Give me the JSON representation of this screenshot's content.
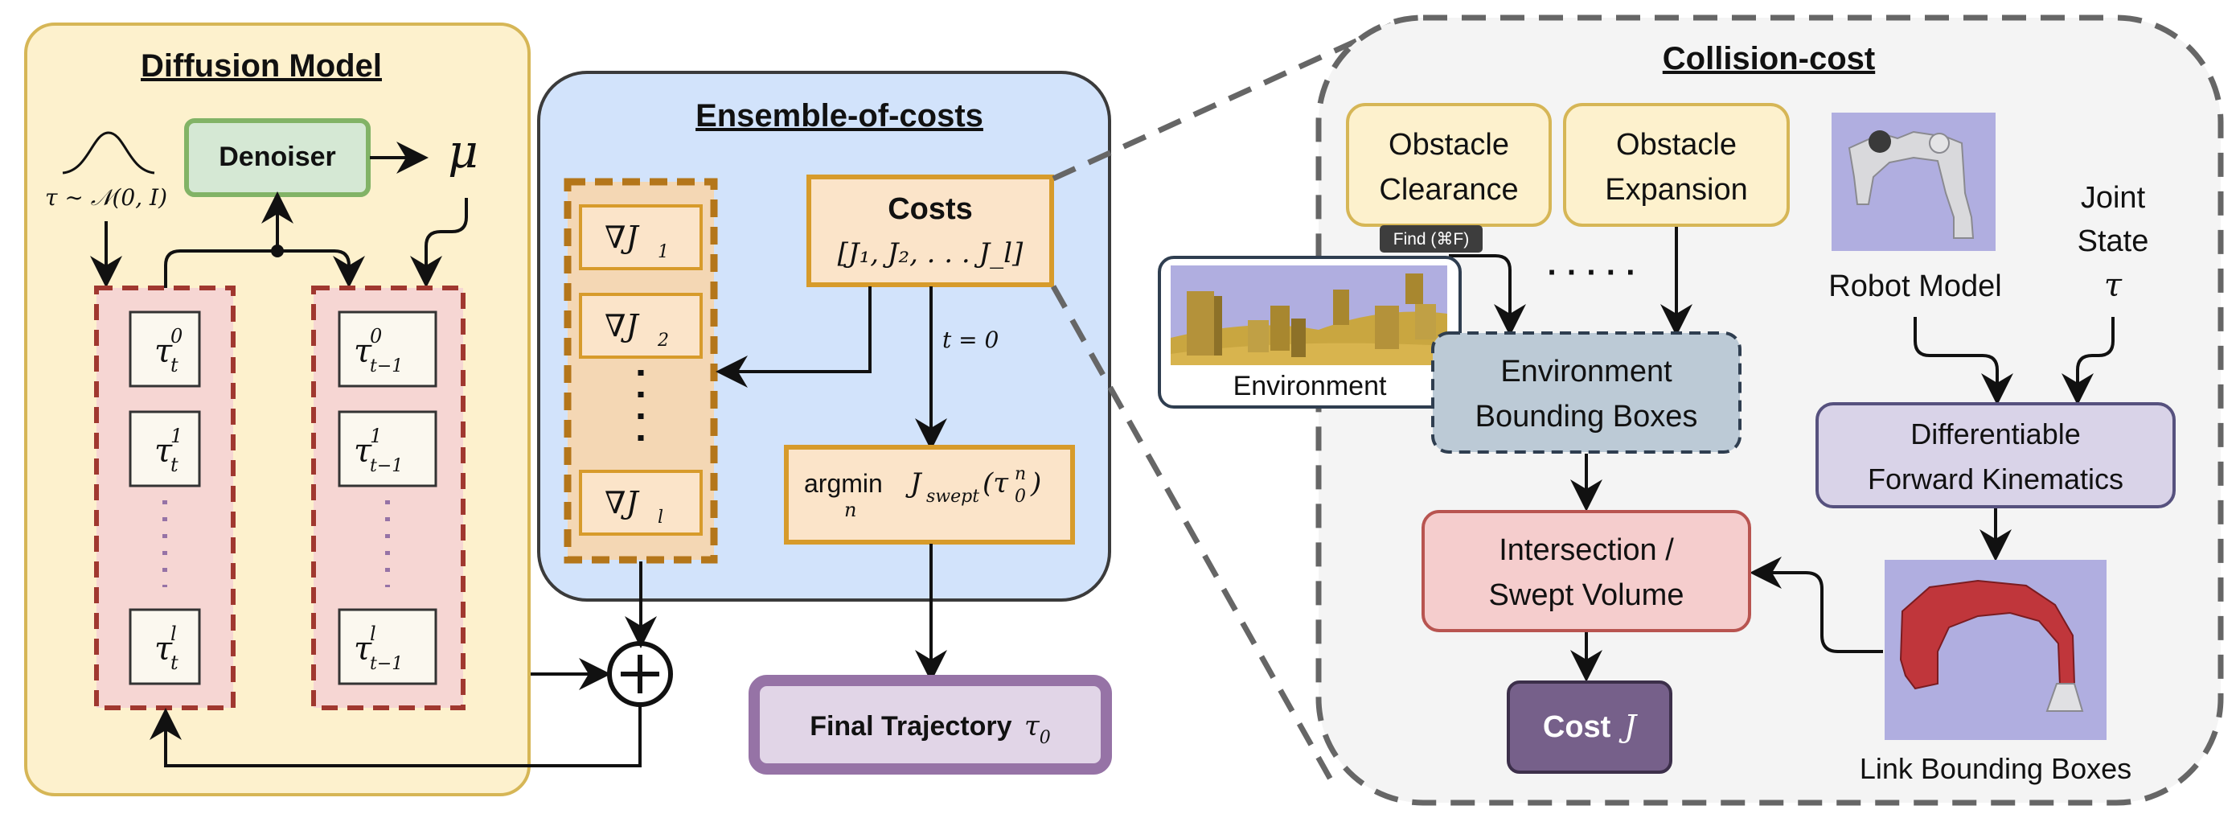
{
  "colors": {
    "diffusion_bg": "#fdf1cd",
    "diffusion_border": "#d6b656",
    "ensemble_bg": "#d2e3fb",
    "ensemble_border": "#3b3b3b",
    "collision_bg": "#f4f4f4",
    "dashed_grey": "#666666",
    "denoiser_bg": "#d5e8d4",
    "denoiser_border": "#82b366",
    "stack_bg": "#f6d6d3",
    "stack_border": "#a0382f",
    "grad_bg": "#f4d7b4",
    "grad_border": "#b4761a",
    "cost_bg": "#fbe4c9",
    "cost_border": "#d79b2b",
    "final_border": "#9673a6",
    "final_bg": "#e1d5e7",
    "obstacle_bg": "#fdf1cd",
    "env_bbox_bg": "#bccad6",
    "dfk_bg": "#d9d3e8",
    "dfk_border": "#56517e",
    "intersect_bg": "#f5cdcd",
    "intersect_border": "#b85450",
    "cost_j_bg": "#76608a"
  },
  "diffusion": {
    "title": "Diffusion Model",
    "noise_label": "τ ∼ 𝒩(0, I)",
    "denoiser": "Denoiser",
    "mu": "μ",
    "left_stack": {
      "items": [
        {
          "base": "τ",
          "sub": "t",
          "sup": "0"
        },
        {
          "base": "τ",
          "sub": "t",
          "sup": "1"
        },
        {
          "base": "τ",
          "sub": "t",
          "sup": "l"
        }
      ]
    },
    "right_stack": {
      "items": [
        {
          "base": "τ",
          "sub": "t−1",
          "sup": "0"
        },
        {
          "base": "τ",
          "sub": "t−1",
          "sup": "1"
        },
        {
          "base": "τ",
          "sub": "t−1",
          "sup": "l"
        }
      ]
    },
    "plus": "+"
  },
  "ensemble": {
    "title": "Ensemble-of-costs",
    "gradients": [
      {
        "label": "∇J",
        "sub": "1"
      },
      {
        "label": "∇J",
        "sub": "2"
      },
      {
        "label": "∇J",
        "sub": "l"
      }
    ],
    "costs_title": "Costs",
    "costs_list": "[J₁, J₂, . . . J_l]",
    "t_zero": "t = 0",
    "argmin_op": "argmin",
    "argmin_sub": "n",
    "argmin_expr": "J",
    "argmin_expr_sub": "swept",
    "argmin_arg": "(τ",
    "argmin_arg_sup": "n",
    "argmin_arg_sub": "0",
    "argmin_close": ")",
    "final": "Final Trajectory",
    "final_symbol": "τ",
    "final_symbol_sub": "0"
  },
  "collision": {
    "title": "Collision-cost",
    "obstacle_clearance": [
      "Obstacle",
      "Clearance"
    ],
    "obstacle_expansion": [
      "Obstacle",
      "Expansion"
    ],
    "ellipsis": "· · · · ·",
    "environment_label": "Environment",
    "env_bbox": [
      "Environment",
      "Bounding Boxes"
    ],
    "robot_model": "Robot Model",
    "joint_state": [
      "Joint",
      "State",
      "τ"
    ],
    "dfk": [
      "Differentiable",
      "Forward Kinematics"
    ],
    "intersection": [
      "Intersection /",
      "Swept Volume"
    ],
    "cost_label": "Cost",
    "cost_symbol": "J",
    "link_bbox": "Link Bounding Boxes"
  },
  "tooltip": {
    "find": "Find (⌘F)"
  }
}
